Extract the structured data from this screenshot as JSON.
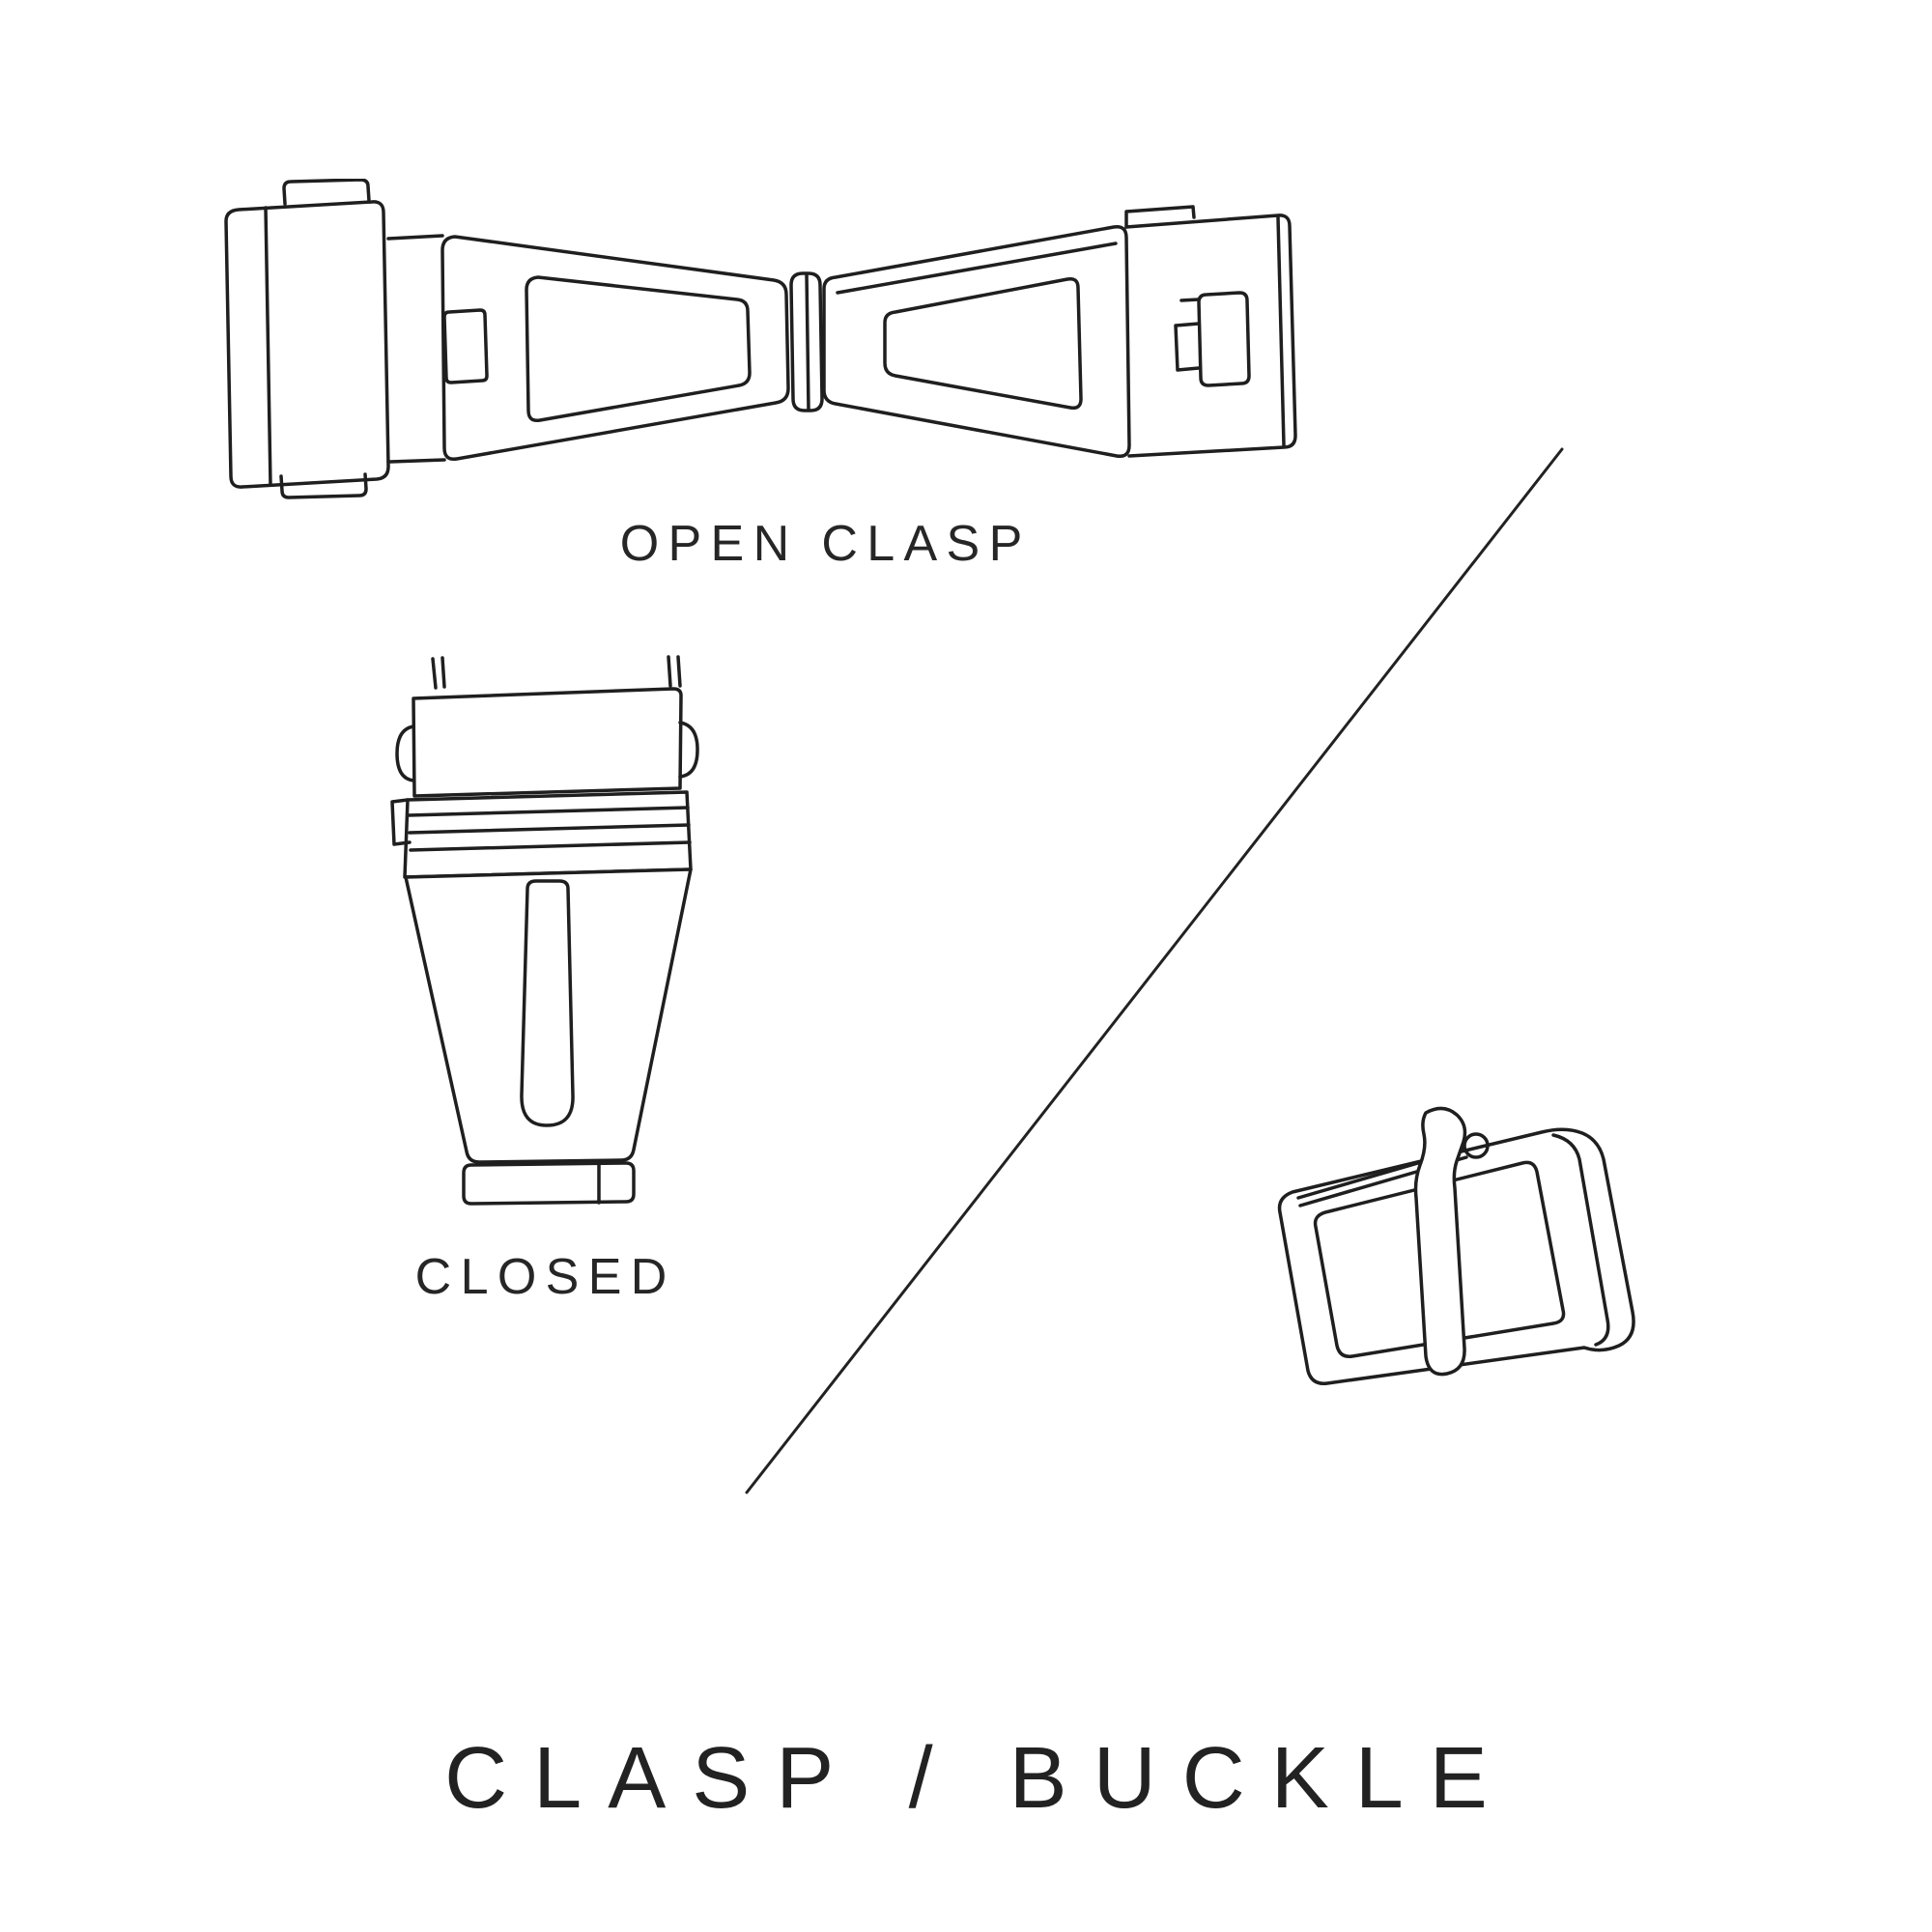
{
  "page": {
    "background_color": "#ffffff",
    "ink_color": "#1f1f1f"
  },
  "diagram": {
    "title": "CLASP / BUCKLE",
    "labels": {
      "open_clasp": "OPEN CLASP",
      "closed": "CLOSED"
    },
    "illustrations": [
      {
        "name": "open-clasp",
        "caption": "OPEN CLASP"
      },
      {
        "name": "closed-clasp",
        "caption": "CLOSED"
      },
      {
        "name": "tang-buckle",
        "caption": ""
      }
    ]
  }
}
